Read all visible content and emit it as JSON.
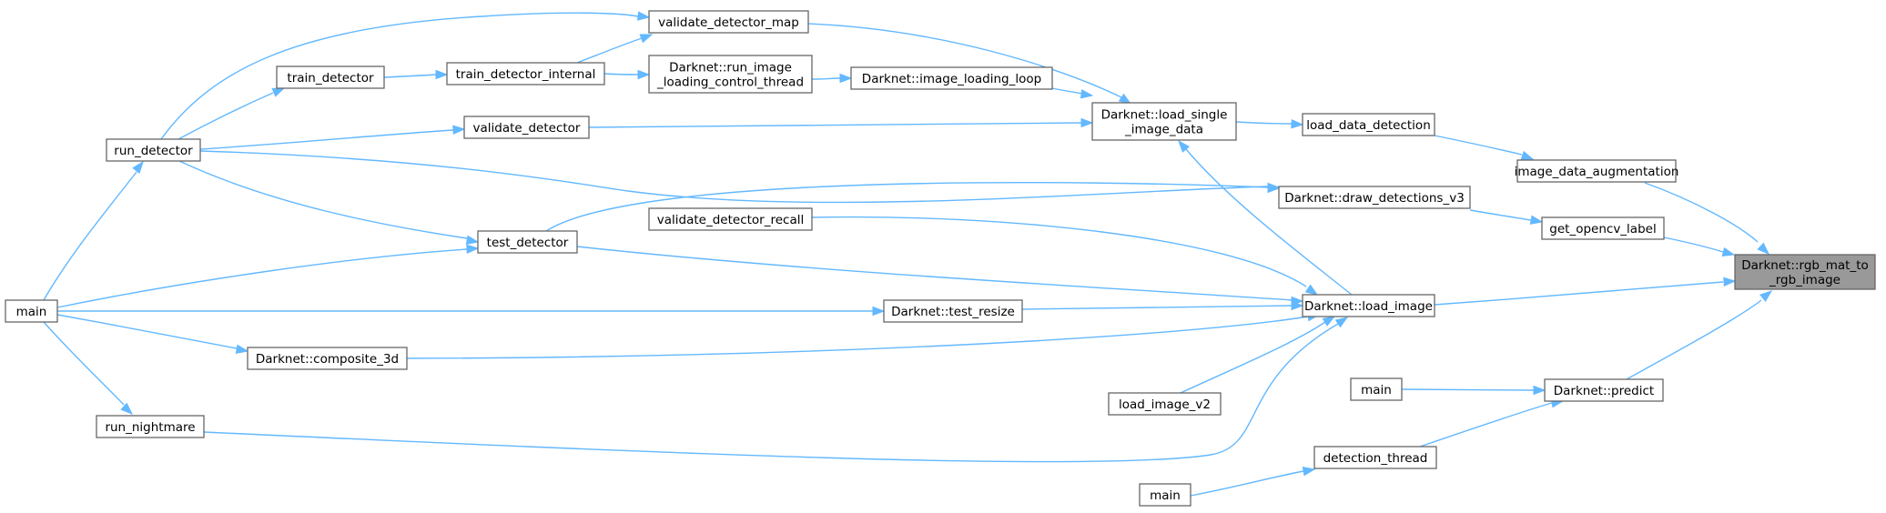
{
  "graph": {
    "title": "Darknet::rgb_mat_to_rgb_image",
    "colors": {
      "edge": "#63b8ff",
      "node_border": "#666666",
      "root_fill": "#999999",
      "node_fill": "#ffffff"
    },
    "nodes": {
      "root": [
        "Darknet::rgb_mat_to",
        "_rgb_image"
      ],
      "image_data_augmentation": [
        "image_data_augmentation"
      ],
      "get_opencv_label": [
        "get_opencv_label"
      ],
      "load_image": [
        "Darknet::load_image"
      ],
      "predict": [
        "Darknet::predict"
      ],
      "load_data_detection": [
        "load_data_detection"
      ],
      "draw_detections_v3": [
        "Darknet::draw_detections_v3"
      ],
      "load_single_image_data": [
        "Darknet::load_single",
        "_image_data"
      ],
      "image_loading_loop": [
        "Darknet::image_loading_loop"
      ],
      "run_image_loading_control_thread": [
        "Darknet::run_image",
        "_loading_control_thread"
      ],
      "validate_detector_map": [
        "validate_detector_map"
      ],
      "train_detector_internal": [
        "train_detector_internal"
      ],
      "train_detector": [
        "train_detector"
      ],
      "run_detector": [
        "run_detector"
      ],
      "validate_detector": [
        "validate_detector"
      ],
      "test_detector": [
        "test_detector"
      ],
      "validate_detector_recall": [
        "validate_detector_recall"
      ],
      "test_resize": [
        "Darknet::test_resize"
      ],
      "composite_3d": [
        "Darknet::composite_3d"
      ],
      "load_image_v2": [
        "load_image_v2"
      ],
      "run_nightmare": [
        "run_nightmare"
      ],
      "main_left": [
        "main"
      ],
      "main_predict": [
        "main"
      ],
      "detection_thread": [
        "detection_thread"
      ],
      "main_bottom": [
        "main"
      ]
    }
  }
}
